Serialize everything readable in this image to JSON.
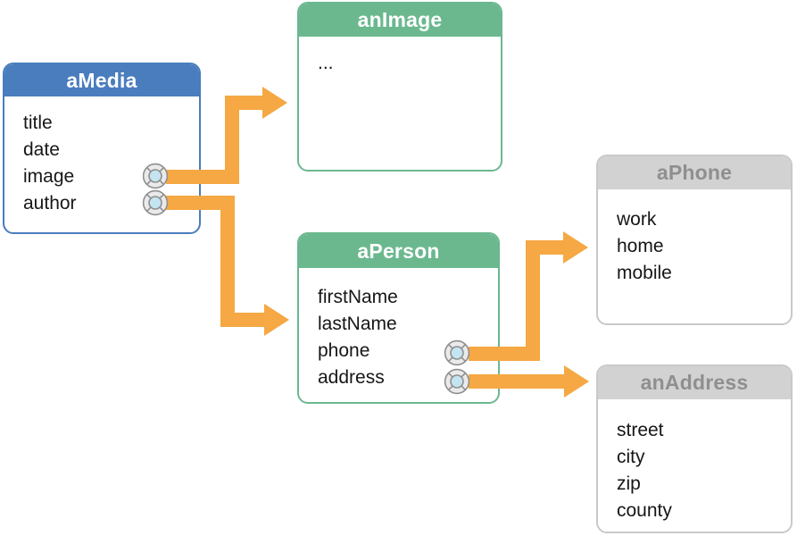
{
  "boxes": [
    {
      "id": "aMedia",
      "title": "aMedia",
      "style": "blue",
      "fields": [
        {
          "label": "title",
          "has_relationship": false
        },
        {
          "label": "date",
          "has_relationship": false
        },
        {
          "label": "image",
          "has_relationship": true
        },
        {
          "label": "author",
          "has_relationship": true
        }
      ]
    },
    {
      "id": "anImage",
      "title": "anImage",
      "style": "green",
      "fields": [
        {
          "label": "...",
          "has_relationship": false
        }
      ]
    },
    {
      "id": "aPerson",
      "title": "aPerson",
      "style": "green",
      "fields": [
        {
          "label": "firstName",
          "has_relationship": false
        },
        {
          "label": "lastName",
          "has_relationship": false
        },
        {
          "label": "phone",
          "has_relationship": true
        },
        {
          "label": "address",
          "has_relationship": true
        }
      ]
    },
    {
      "id": "aPhone",
      "title": "aPhone",
      "style": "gray",
      "fields": [
        {
          "label": "work",
          "has_relationship": false
        },
        {
          "label": "home",
          "has_relationship": false
        },
        {
          "label": "mobile",
          "has_relationship": false
        }
      ]
    },
    {
      "id": "anAddress",
      "title": "anAddress",
      "style": "gray",
      "fields": [
        {
          "label": "street",
          "has_relationship": false
        },
        {
          "label": "city",
          "has_relationship": false
        },
        {
          "label": "zip",
          "has_relationship": false
        },
        {
          "label": "county",
          "has_relationship": false
        }
      ]
    }
  ],
  "connections": [
    {
      "from_box": "aMedia",
      "from_field": "image",
      "to_box": "anImage"
    },
    {
      "from_box": "aMedia",
      "from_field": "author",
      "to_box": "aPerson"
    },
    {
      "from_box": "aPerson",
      "from_field": "phone",
      "to_box": "aPhone"
    },
    {
      "from_box": "aPerson",
      "from_field": "address",
      "to_box": "anAddress"
    }
  ],
  "colors": {
    "arrow_orange": "#f5a843",
    "blue_header": "#4a7dbe",
    "green_header": "#6bb88f",
    "gray_header_bg": "#d2d2d2",
    "gray_header_text": "#8f8f8f",
    "gray_border": "#c9c9c9",
    "field_text": "#161616",
    "icon_outer_fill": "#eaeaea",
    "icon_inner_fill": "#c4e4f1",
    "icon_stroke": "#8f8f8f"
  }
}
